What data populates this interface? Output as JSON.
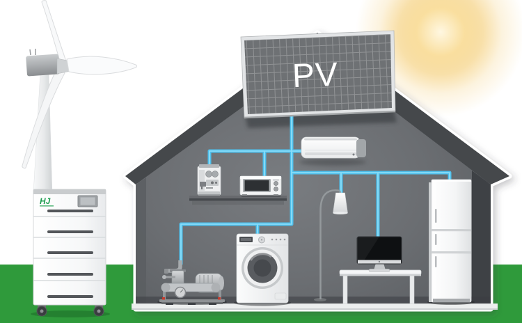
{
  "scene": {
    "type": "illustration",
    "description": "Solar PV home energy system with wind turbine and battery storage tower",
    "labels": {
      "pv_panel": "PV",
      "battery_brand": "HJ"
    },
    "colors": {
      "connection_line": "#4fc0ec",
      "connection_line_core": "#8adcf8",
      "ground_green": "#2f9a3b",
      "sun_glow": "#f4c869",
      "house_wall": "#6b6e72",
      "house_roof": "#45484b",
      "panel_cells": "#6e7174",
      "battery_logo_green": "#1e9e50"
    },
    "components": [
      "sun-glow",
      "wind-turbine",
      "battery-storage-tower",
      "house",
      "solar-pv-panel",
      "air-conditioner",
      "coffee-machine",
      "microwave-oven",
      "wall-shelf",
      "floor-lamp",
      "washing-machine",
      "heat-pump-compressor",
      "desk",
      "desktop-computer",
      "refrigerator",
      "energy-connection-lines",
      "ground"
    ]
  }
}
